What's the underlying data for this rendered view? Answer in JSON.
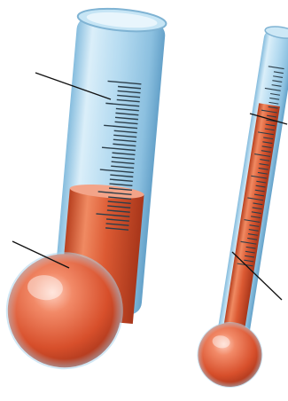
{
  "figure": {
    "kind": "thermometer-illustration",
    "background": "#ffffff",
    "thermometers": [
      {
        "id": "wide-thermometer",
        "liquid_fill_fraction": 0.42,
        "glass_color": "#9fd0ea",
        "liquid_color": "#d9562f",
        "bulb_color": "#e8664a",
        "label_lines": 2
      },
      {
        "id": "narrow-thermometer",
        "liquid_fill_fraction": 0.78,
        "glass_color": "#9fd0ea",
        "liquid_color": "#d9562f",
        "bulb_color": "#e8664a",
        "label_lines": 2
      }
    ],
    "label_text": []
  }
}
